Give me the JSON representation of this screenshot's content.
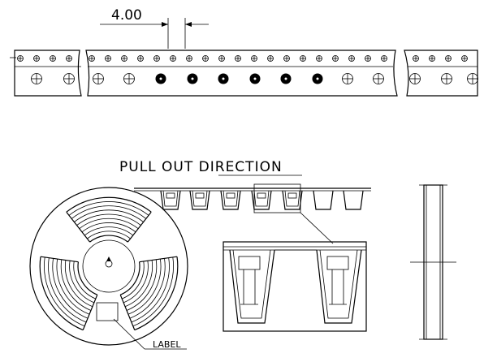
{
  "dimension": {
    "pitch_label": "4.00"
  },
  "title": {
    "pull_out_direction": "PULL OUT DIRECTION"
  },
  "reel": {
    "label_text": "LABEL"
  },
  "tape": {
    "small_holes": 27,
    "large_holes": [
      {
        "filled": false
      },
      {
        "filled": false
      },
      {
        "filled": false
      },
      {
        "filled": false
      },
      {
        "filled": true
      },
      {
        "filled": true
      },
      {
        "filled": true
      },
      {
        "filled": true
      },
      {
        "filled": true
      },
      {
        "filled": true
      },
      {
        "filled": false
      },
      {
        "filled": false
      },
      {
        "filled": false
      },
      {
        "filled": false
      },
      {
        "filled": false
      }
    ]
  },
  "colors": {
    "line": "#000000",
    "background": "#ffffff"
  }
}
